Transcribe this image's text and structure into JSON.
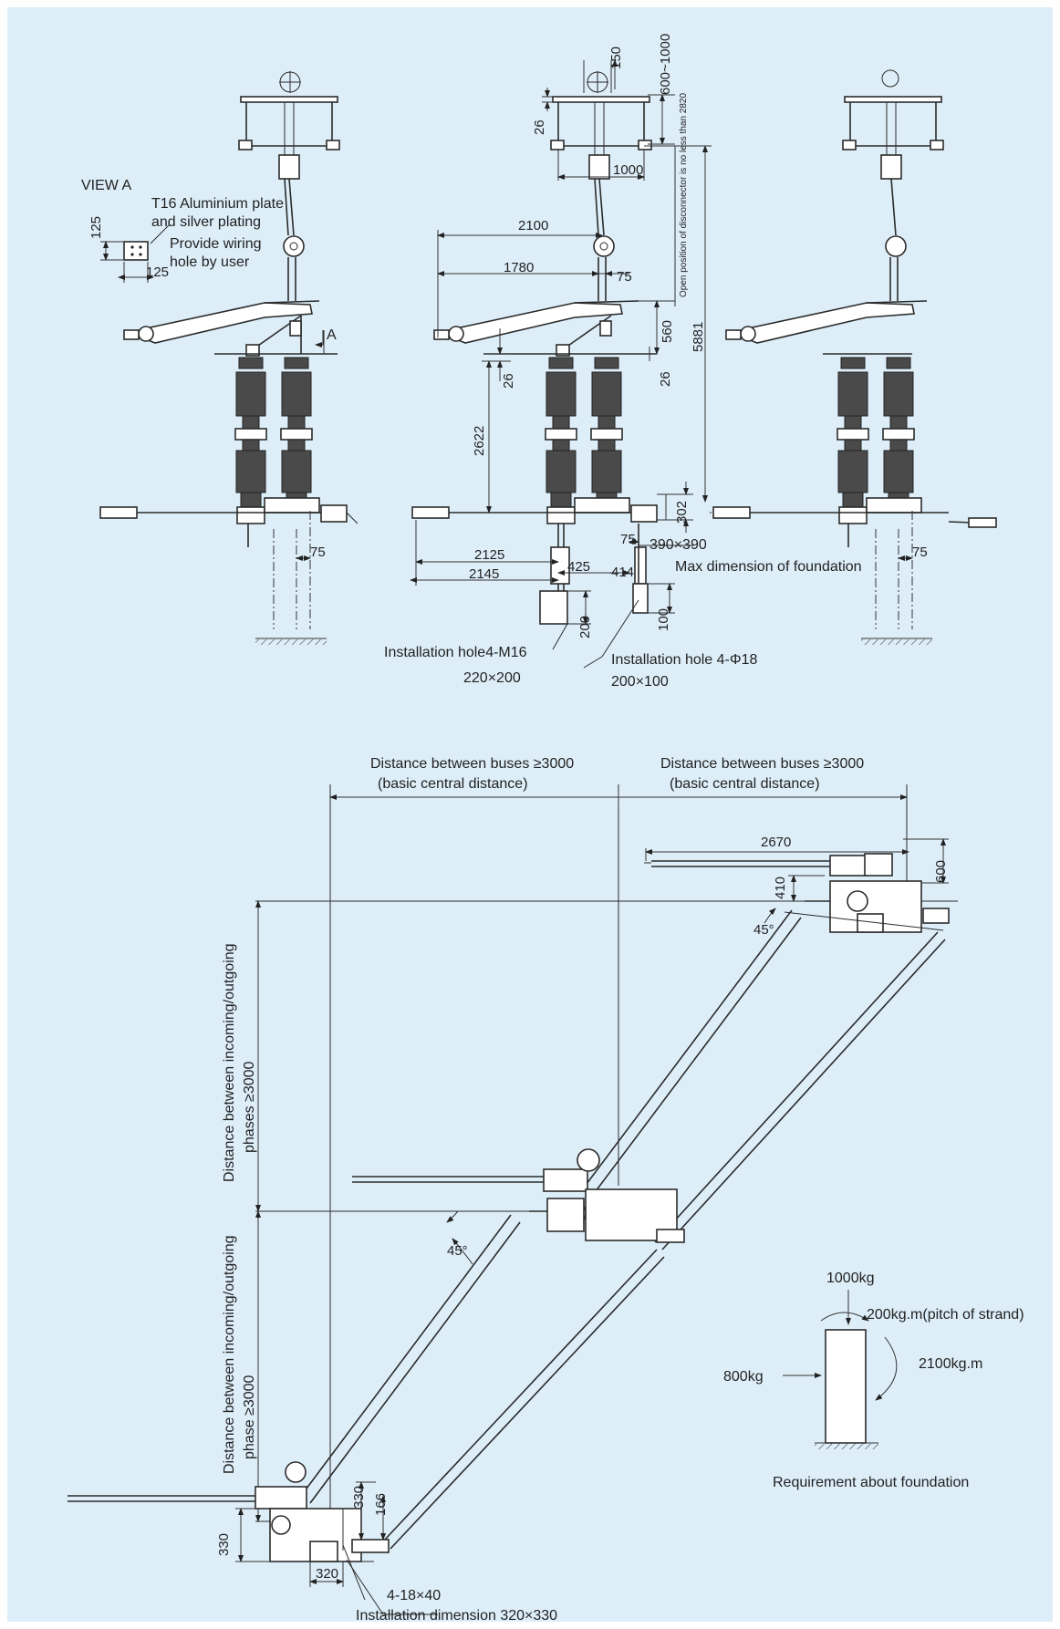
{
  "colors": {
    "background": "#ddeef9",
    "line": "#2b2b2b"
  },
  "view_a": {
    "title": "VIEW A",
    "plate_label": "T16 Aluminium plate",
    "plate_label_2": "and silver plating",
    "hole_label": "Provide wiring",
    "hole_label_2": "hole by user",
    "dim_h": "125",
    "dim_w": "125"
  },
  "left_view": {
    "section_mark": "A",
    "dim_offset": "75"
  },
  "middle_view": {
    "dim_150": "150",
    "dim_600_1000": "600~1000",
    "dim_26_top": "26",
    "dim_1000": "1000",
    "dim_2100": "2100",
    "dim_1780": "1780",
    "dim_75_arm": "75",
    "open_position_note": "Open position of disconnector is no less than 2820",
    "dim_560": "560",
    "dim_5881": "5881",
    "dim_26_left": "26",
    "dim_26_right": "26",
    "dim_2622": "2622",
    "dim_302": "302",
    "dim_75_base": "75",
    "dim_390": "390×390",
    "foundation_note": "Max dimension of foundation",
    "dim_2125": "2125",
    "dim_425": "425",
    "dim_414": "414",
    "dim_2145": "2145",
    "dim_200": "200",
    "dim_100": "100",
    "hole_m16": "Installation hole4-M16",
    "size_220": "220×200",
    "hole_phi18": "Installation hole 4-Φ18",
    "size_200": "200×100"
  },
  "right_view": {
    "dim_offset": "75"
  },
  "plan_view": {
    "bus_dist_1": "Distance between buses ≥3000",
    "bus_dist_1_sub": "(basic central distance)",
    "bus_dist_2": "Distance between buses ≥3000",
    "bus_dist_2_sub": "(basic central distance)",
    "dim_2670": "2670",
    "dim_600": "600",
    "dim_410": "410",
    "angle_top": "45°",
    "angle_mid": "45°",
    "phase_dist_1": "Distance between incoming/outgoing",
    "phase_dist_1_sub": "phases ≥3000",
    "phase_dist_2": "Distance between incoming/outgoing",
    "phase_dist_2_sub": "phase ≥3000",
    "dim_330_v": "330",
    "dim_166": "166",
    "dim_330_h": "330",
    "dim_320": "320",
    "slot_spec": "4-18×40",
    "install_dim": "Installation dimension 320×330"
  },
  "foundation": {
    "vertical_load": "1000kg",
    "torque_strand": "200kg.m(pitch of strand)",
    "horizontal_load": "800kg",
    "moment": "2100kg.m",
    "caption": "Requirement about foundation"
  }
}
